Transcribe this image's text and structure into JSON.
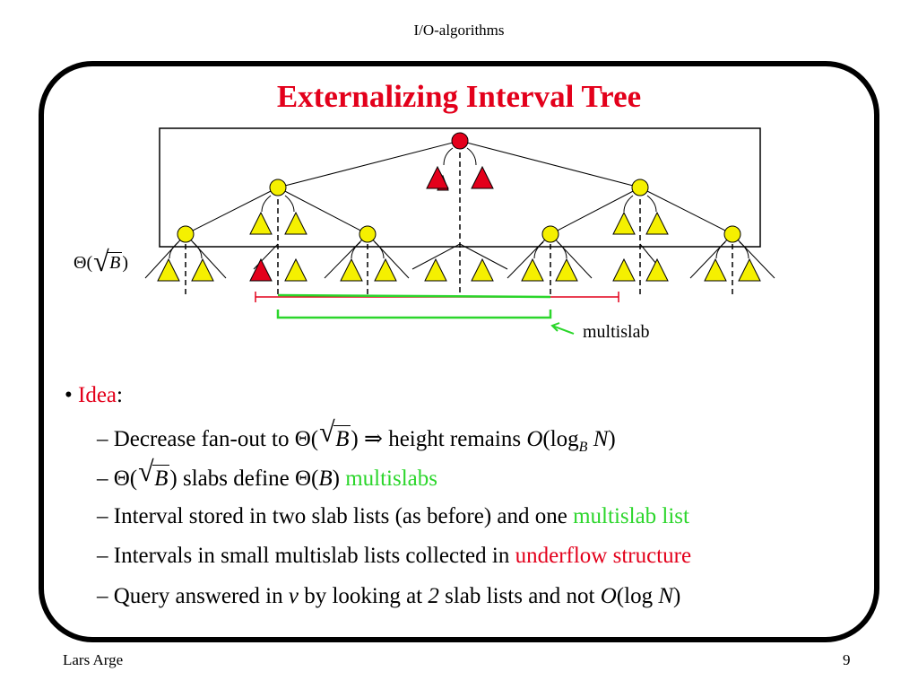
{
  "header": {
    "title": "I/O-algorithms"
  },
  "slide": {
    "title": "Externalizing Interval Tree"
  },
  "diagram": {
    "fanout_label_prefix": "Θ(",
    "fanout_label_var": "B",
    "fanout_label_suffix": ")",
    "multislab_label": "multislab",
    "colors": {
      "red": "#e3001b",
      "yellow": "#f5f000",
      "green": "#2bd62b"
    }
  },
  "bullets": {
    "idea_label": "Idea",
    "idea_colon": ":",
    "b1": {
      "dash": "– Decrease fan-out to ",
      "theta": "Θ(",
      "var": "B",
      "close": ")",
      "implies": " ⇒ ",
      "text": "height remains ",
      "O": "O",
      "log": "(log",
      "sub": "B",
      "N": " N",
      "end": ")"
    },
    "b2": {
      "dash": "– ",
      "theta": "Θ(",
      "var": "B",
      "close": ")",
      "text": " slabs define ",
      "theta2": "Θ(",
      "var2": "B",
      "close2": ")",
      "highlight": " multislabs"
    },
    "b3": {
      "text": "– Interval stored in two slab lists (as before) and one ",
      "highlight": "multislab list"
    },
    "b4": {
      "text": "– Intervals in small multislab lists collected in ",
      "highlight": "underflow structure"
    },
    "b5": {
      "t1": "– Query answered in ",
      "v": "v",
      "t2": " by looking at ",
      "two": "2",
      "t3": " slab lists and not ",
      "O": "O",
      "t4": "(log ",
      "N": "N",
      "t5": ")"
    }
  },
  "footer": {
    "author": "Lars Arge",
    "page": "9"
  }
}
